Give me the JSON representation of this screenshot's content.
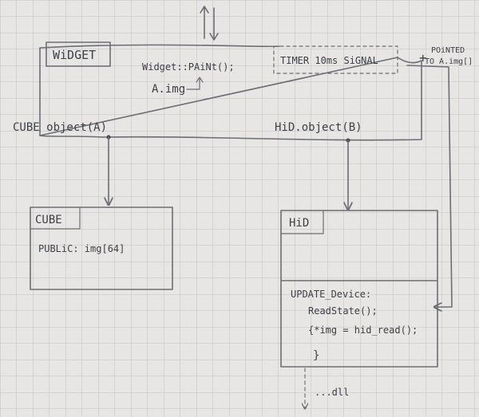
{
  "widget": {
    "title": "WiDGET"
  },
  "timer": {
    "label": "TIMER 10ms SiGNAL"
  },
  "paint_note": {
    "line1": "Widget::PAiNt();",
    "line2": "A.img"
  },
  "pointer_note": {
    "plus": "+",
    "line1": "POiNTED",
    "line2": "TO A.img[]"
  },
  "cube_object": {
    "label": "CUBE object(A)"
  },
  "hid_object": {
    "label": "HiD.object(B)"
  },
  "cube": {
    "title": "CUBE",
    "member": "PUBLiC: img[64]"
  },
  "hid": {
    "title": "HiD",
    "update_fn": "UPDATE_Device:",
    "read_state": "ReadState();",
    "assign": "{*img = hid_read();",
    "close": "}"
  },
  "bottom_note": {
    "label": "...dll"
  },
  "colors": {
    "paper": "#e7e6e4",
    "grid": "#b9b8b6",
    "ink": "#6b6e75"
  }
}
